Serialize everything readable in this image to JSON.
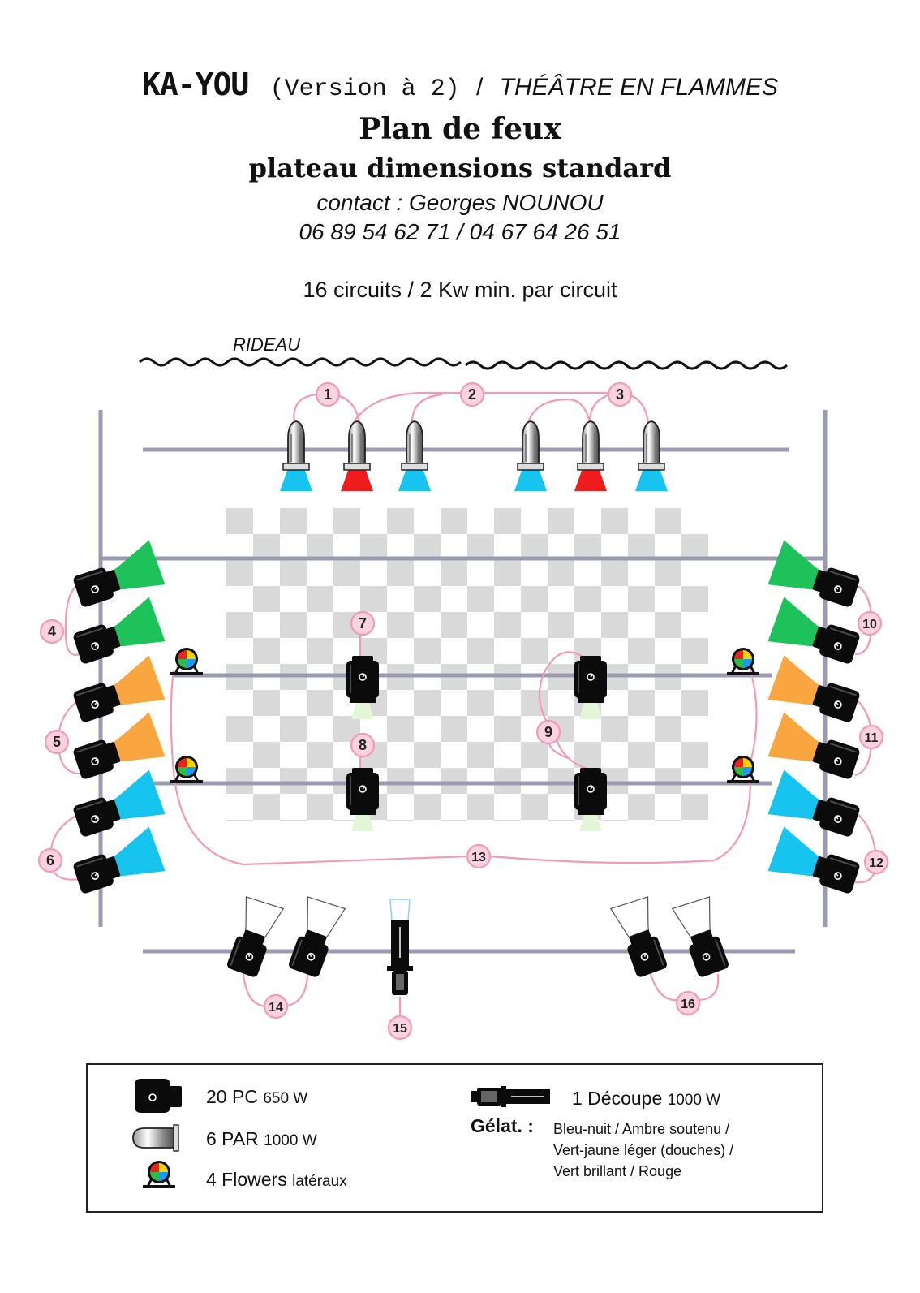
{
  "header": {
    "brand": "KA-YOU",
    "version": "(Version à 2)",
    "separator": "/",
    "company": "THÉÂTRE EN FLAMMES",
    "plan_title": "Plan de feux",
    "plan_subtitle": "plateau dimensions standard",
    "contact": "contact : Georges NOUNOU",
    "phones": "06 89 54 62 71  /  04 67 64 26 51",
    "circuits_note": "16 circuits / 2 Kw min. par circuit"
  },
  "diagram": {
    "curtain_label": "RIDEAU",
    "circuit_labels": [
      "1",
      "2",
      "3",
      "4",
      "5",
      "6",
      "7",
      "8",
      "9",
      "10",
      "11",
      "12",
      "13",
      "14",
      "15",
      "16"
    ],
    "colors": {
      "cable": "#f29ab6",
      "bar": "#9a9ab0",
      "blue_gel": "#17c4ef",
      "red_gel": "#ee1c1c",
      "green_gel": "#1ec25a",
      "amber_gel": "#f9a640",
      "light_green_gel": "#e4f6d8",
      "circle_fill": "#fbd3df"
    }
  },
  "legend": {
    "pc": {
      "count_label": "20 PC",
      "power": "650 W"
    },
    "par": {
      "count_label": "6 PAR",
      "power": "1000 W"
    },
    "flowers": {
      "count_label": "4 Flowers",
      "detail": "latéraux"
    },
    "decoupe": {
      "count_label": "1 Découpe",
      "power": "1000 W"
    },
    "gel_label": "Gélat. :",
    "gel_lines": [
      "Bleu-nuit  /  Ambre soutenu  /",
      "Vert-jaune léger (douches) /",
      "Vert brillant  /  Rouge"
    ]
  }
}
